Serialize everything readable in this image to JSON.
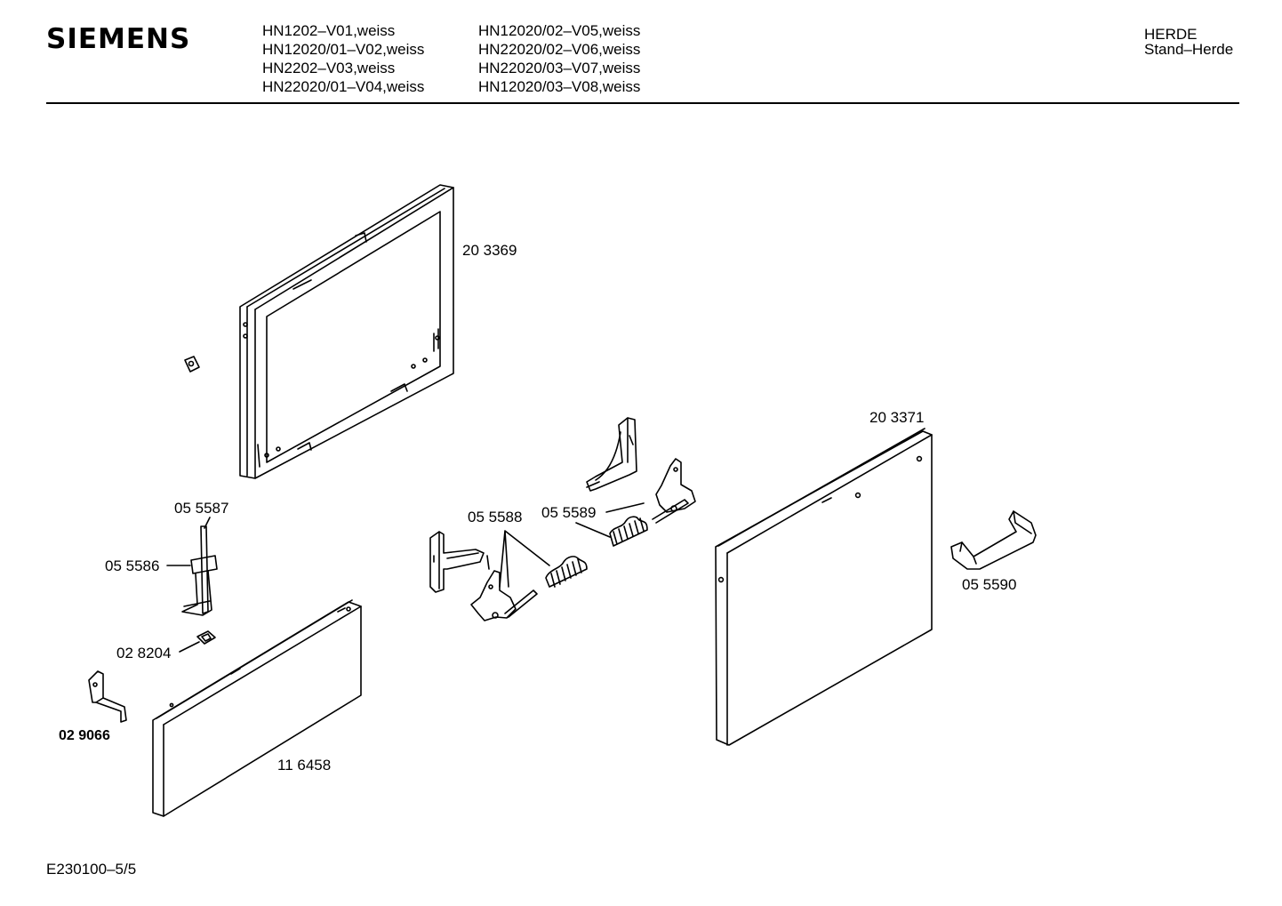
{
  "header": {
    "brand": "SIEMENS",
    "models_col1": [
      "HN1202–V01,weiss",
      "HN12020/01–V02,weiss",
      "HN2202–V03,weiss",
      "HN22020/01–V04,weiss"
    ],
    "models_col2": [
      "HN12020/02–V05,weiss",
      "HN22020/02–V06,weiss",
      "HN22020/03–V07,weiss",
      "HN12020/03–V08,weiss"
    ],
    "category_line1": "HERDE",
    "category_line2": "Stand–Herde"
  },
  "parts": {
    "frame": "20 3369",
    "door": "20 3371",
    "pin": "05 5587",
    "bracket": "05 5586",
    "hinge_set": "05 5588",
    "hinge": "05 5589",
    "handle": "05 5590",
    "clip_nut": "02 8204",
    "holder": "02 9066",
    "drawer_panel": "11 6458"
  },
  "footer": {
    "code": "E230100–5/5"
  }
}
